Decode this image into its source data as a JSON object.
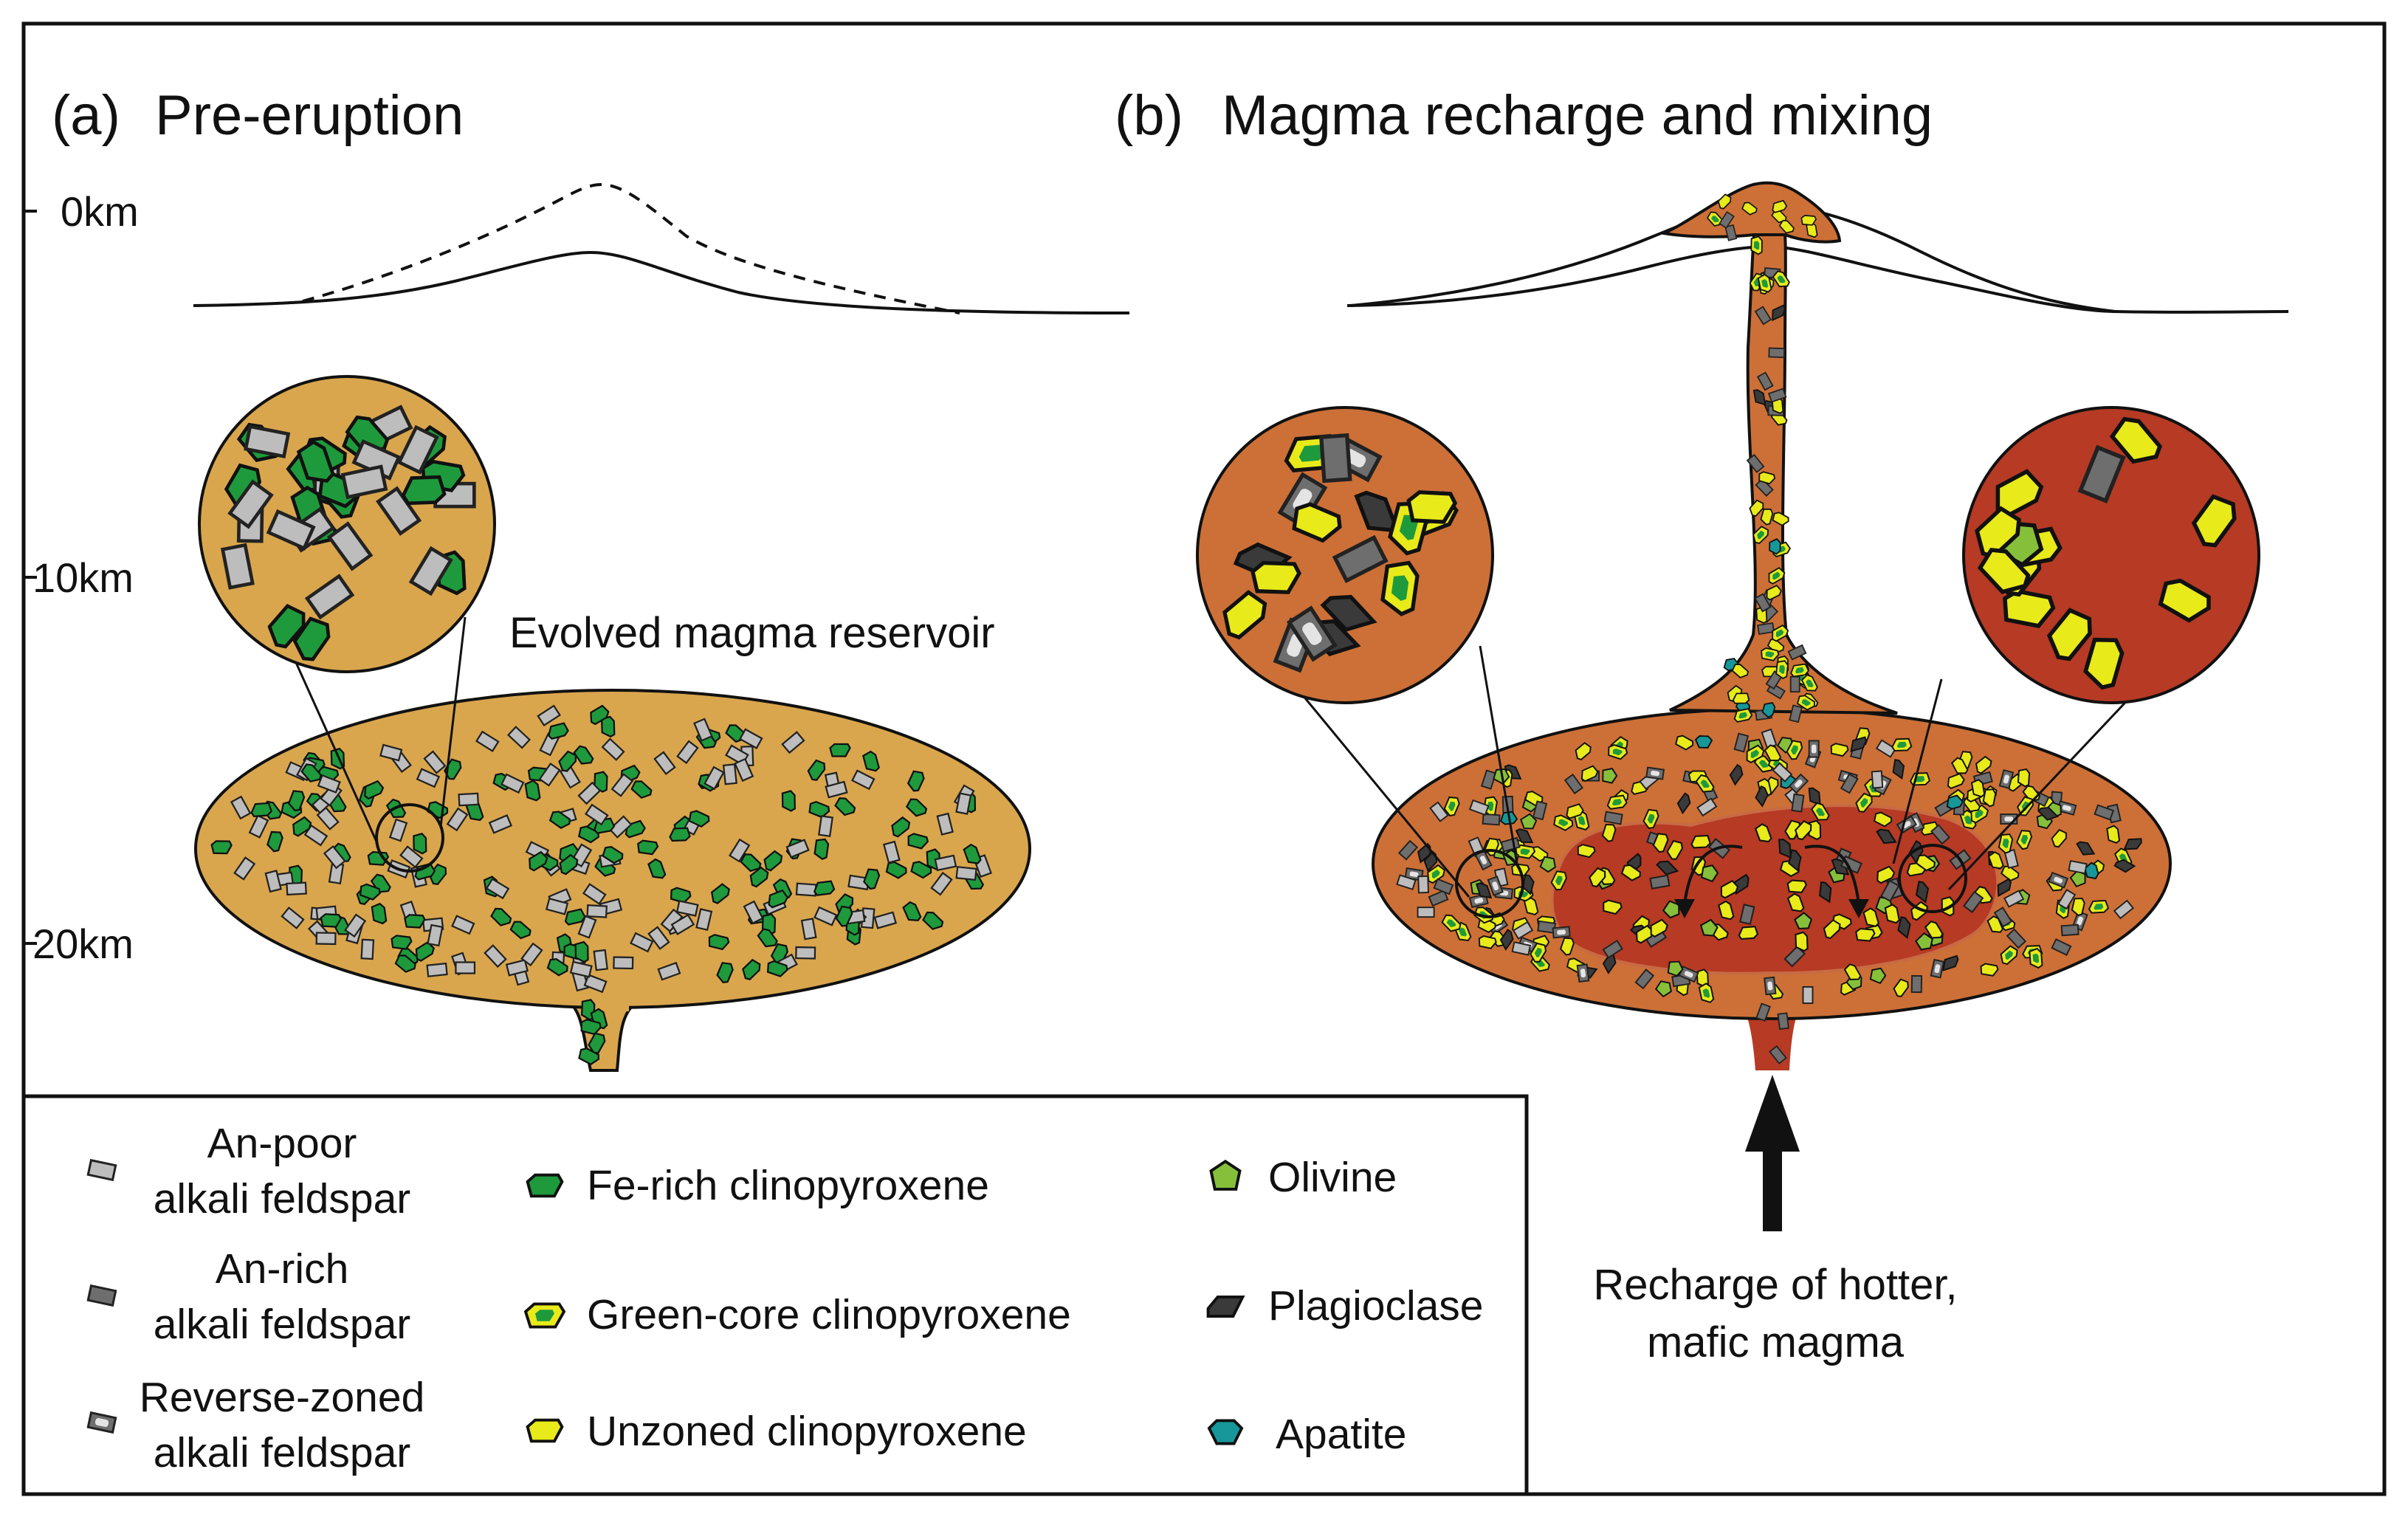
{
  "panel_a": {
    "label": "(a)",
    "title": "Pre-eruption",
    "reservoir_label": "Evolved magma reservoir"
  },
  "panel_b": {
    "label": "(b)",
    "title": "Magma recharge and mixing",
    "recharge_label_line1": "Recharge of hotter,",
    "recharge_label_line2": "mafic magma"
  },
  "depth_axis": {
    "tick_0": "0km",
    "tick_10": "10km",
    "tick_20": "20km"
  },
  "legend": {
    "an_poor": [
      "An-poor",
      "alkali feldspar"
    ],
    "an_rich": [
      "An-rich",
      "alkali feldspar"
    ],
    "reverse_zoned": [
      "Reverse-zoned",
      "alkali feldspar"
    ],
    "fe_rich_cpx": "Fe-rich clinopyroxene",
    "green_core_cpx": "Green-core clinopyroxene",
    "unzoned_cpx": "Unzoned clinopyroxene",
    "olivine": "Olivine",
    "plagioclase": "Plagioclase",
    "apatite": "Apatite"
  },
  "colors": {
    "evolved_magma": "#d9a64e",
    "hybrid_magma": "#cc7037",
    "mafic_magma": "#b63a24",
    "fe_rich_cpx": "#1e9a3c",
    "an_poor_feldspar": "#bdbdbd",
    "an_rich_feldspar": "#6e6e6e",
    "plagioclase": "#3a3a3a",
    "unzoned_cpx": "#e8ea1a",
    "olivine": "#86c03a",
    "apatite": "#17979a"
  }
}
